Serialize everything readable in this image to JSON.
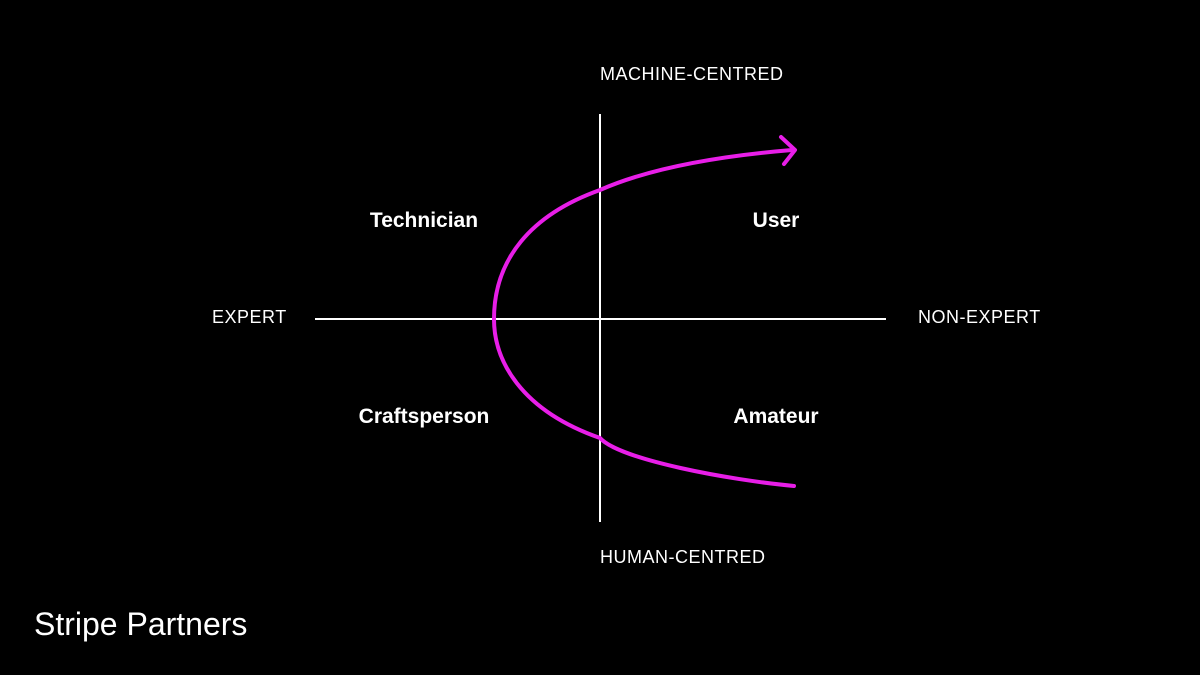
{
  "axes": {
    "top": "MACHINE-CENTRED",
    "bottom": "HUMAN-CENTRED",
    "left": "EXPERT",
    "right": "NON-EXPERT"
  },
  "quadrants": {
    "top_left": "Technician",
    "top_right": "User",
    "bottom_left": "Craftsperson",
    "bottom_right": "Amateur"
  },
  "brand": "Stripe Partners",
  "colors": {
    "background": "#000000",
    "axis": "#ffffff",
    "curve": "#e81ee8",
    "text": "#ffffff"
  }
}
